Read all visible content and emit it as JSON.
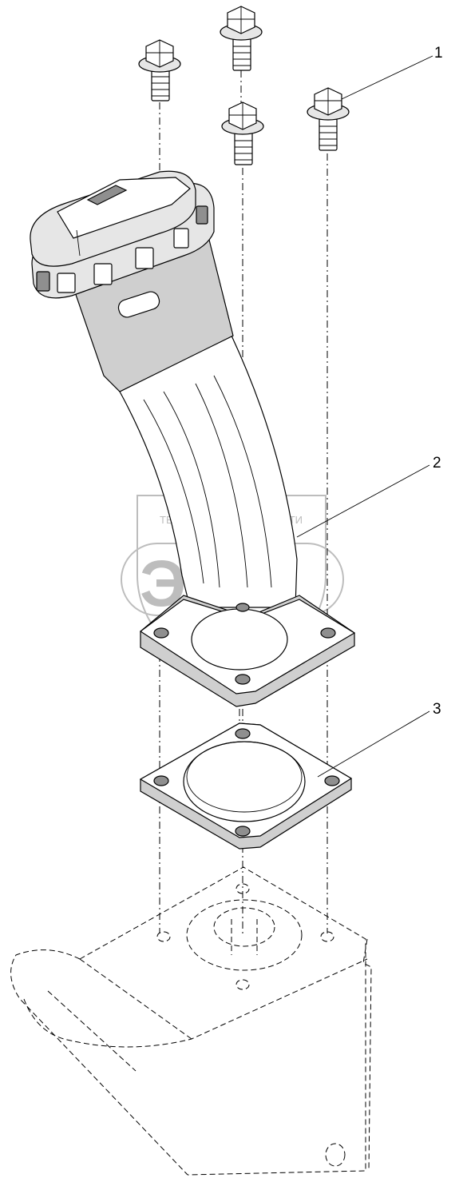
{
  "callouts": [
    {
      "label": "1"
    },
    {
      "label": "2"
    },
    {
      "label": "3"
    }
  ],
  "watermark": {
    "left_text": "ТЕХНИКА",
    "right_text": "ЗАПЧАСТИ",
    "logo_text": "ЭПФ"
  },
  "colors": {
    "line": "#000000",
    "shade": "#cfcfcf",
    "watermark": "#bdbdbd"
  }
}
